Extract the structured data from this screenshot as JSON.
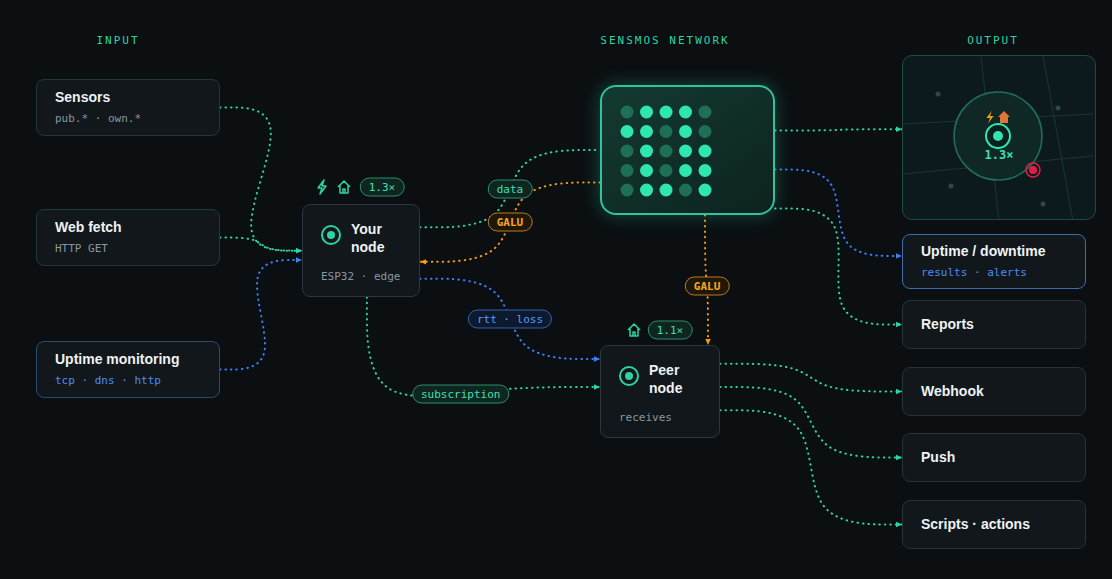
{
  "diagram": {
    "nodes": [
      {
        "text": [
          "Sensors",
          "pub.* · own.*"
        ]
      },
      {
        "text": [
          "Web fetch",
          "HTTP GET"
        ]
      },
      {
        "text": [
          "Uptime monitoring",
          "tcp · dns · http"
        ]
      },
      {
        "text": [
          "Your node",
          "ESP32 · edge"
        ]
      },
      {
        "text": [
          "SENSMOS NETWORK"
        ]
      },
      {
        "text": [
          "Peer node",
          "receives"
        ]
      },
      {
        "text": [
          "1.3×"
        ]
      },
      {
        "text": [
          "Uptime / downtime",
          "results · alerts"
        ]
      },
      {
        "text": [
          "Reports"
        ]
      },
      {
        "text": [
          "Webhook"
        ]
      },
      {
        "text": [
          "Push"
        ]
      },
      {
        "text": [
          "Scripts · actions"
        ]
      }
    ],
    "edges": [
      {
        "from": 0,
        "to": 3,
        "arrow": "to"
      },
      {
        "from": 1,
        "to": 3,
        "arrow": "to"
      },
      {
        "from": 2,
        "to": 3,
        "arrow": "to"
      },
      {
        "from": 3,
        "to": 4,
        "label": "data",
        "arrow": "none"
      },
      {
        "from": 4,
        "to": 3,
        "label": "GALU",
        "arrow": "to"
      },
      {
        "from": 3,
        "to": 5,
        "label": "rtt · loss",
        "arrow": "to"
      },
      {
        "from": 3,
        "to": 5,
        "label": "subscription",
        "arrow": "to"
      },
      {
        "from": 4,
        "to": 5,
        "label": "GALU",
        "arrow": "to"
      },
      {
        "from": 4,
        "to": 6,
        "arrow": "to"
      },
      {
        "from": 4,
        "to": 7,
        "arrow": "to"
      },
      {
        "from": 4,
        "to": 8,
        "arrow": "to"
      },
      {
        "from": 5,
        "to": 9,
        "arrow": "to"
      },
      {
        "from": 5,
        "to": 10,
        "arrow": "to"
      },
      {
        "from": 5,
        "to": 11,
        "arrow": "to"
      }
    ],
    "labels": [
      "INPUT",
      "OUTPUT",
      "1.3×",
      "1.1×"
    ]
  }
}
